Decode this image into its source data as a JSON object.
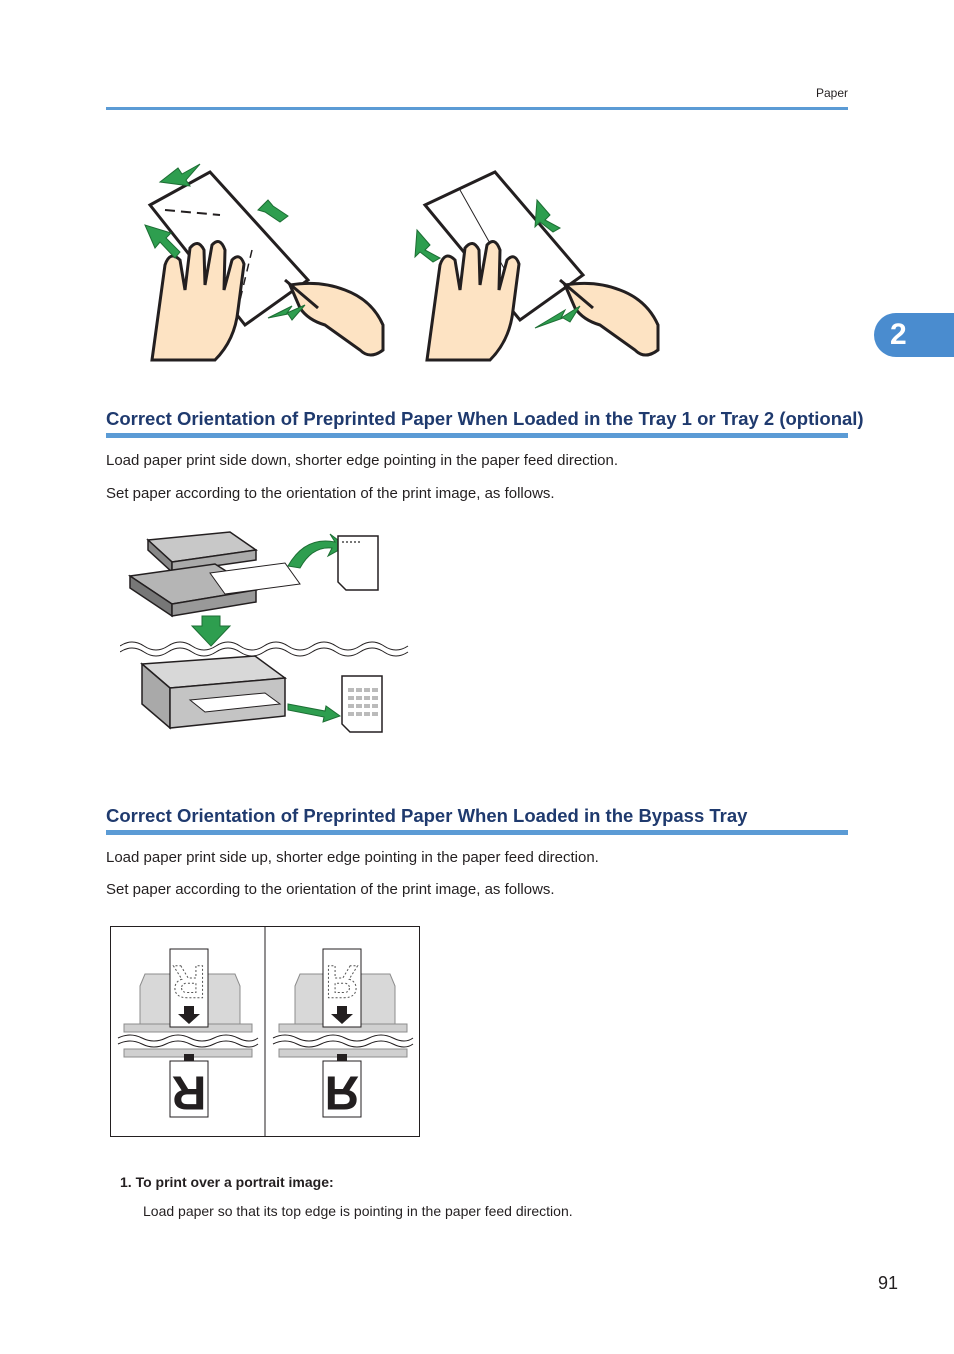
{
  "header": {
    "running_title": "Paper"
  },
  "chapter_tab": {
    "number": "2"
  },
  "section1": {
    "heading": "Correct Orientation of Preprinted Paper When Loaded in the Tray 1 or Tray 2 (optional)",
    "paragraphs": [
      "Load paper print side down, shorter edge pointing in the paper feed direction.",
      "Set paper according to the orientation of the print image, as follows."
    ]
  },
  "section2": {
    "heading": "Correct Orientation of Preprinted Paper When Loaded in the Bypass Tray",
    "paragraphs": [
      "Load paper print side up, shorter edge pointing in the paper feed direction.",
      "Set paper according to the orientation of the print image, as follows."
    ]
  },
  "bypass_diagram": {
    "glyph": "R"
  },
  "list": {
    "items": [
      {
        "label": "1.  To print over a portrait image:",
        "body": "Load paper so that its top edge is pointing in the paper feed direction."
      }
    ]
  },
  "footer": {
    "page_number": "91"
  },
  "colors": {
    "accent": "#5b9bd5",
    "heading": "#1f3a6e",
    "arrow": "#2e9e4f",
    "skin": "#fde3c3"
  }
}
